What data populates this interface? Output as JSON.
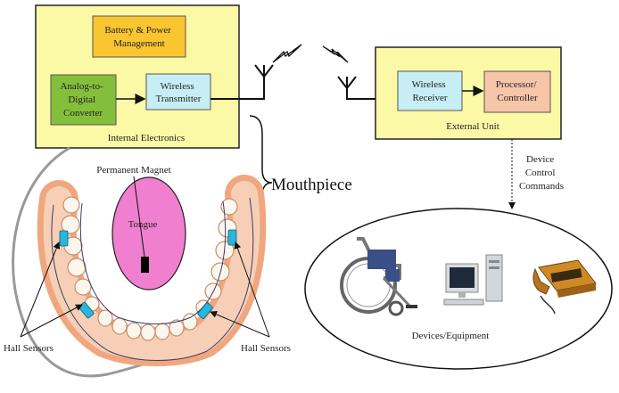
{
  "internal": {
    "battery": [
      "Battery & Power",
      "Management"
    ],
    "adc": [
      "Analog-to-",
      "Digital",
      "Converter"
    ],
    "transmitter": [
      "Wireless",
      "Transmitter"
    ],
    "caption": "Internal Electronics"
  },
  "external": {
    "receiver": [
      "Wireless",
      "Receiver"
    ],
    "processor": [
      "Processor/",
      "Controller"
    ],
    "caption": "External Unit"
  },
  "commands": [
    "Device",
    "Control",
    "Commands"
  ],
  "mouthpiece": "Mouthpiece",
  "magnet": "Permanent Magnet",
  "tongue": "Tongue",
  "hall_left": "Hall Sensors",
  "hall_right": "Hall Sensors",
  "devices": "Devices/Equipment",
  "colors": {
    "panel_yellow": "#fbf8a6",
    "battery_orange": "#f9c531",
    "adc_green": "#84bf3c",
    "wireless_cyan": "#c6eef4",
    "processor_salmon": "#f7c5a8",
    "tongue_pink": "#f07fd0",
    "sensor_cyan": "#27b6de"
  }
}
